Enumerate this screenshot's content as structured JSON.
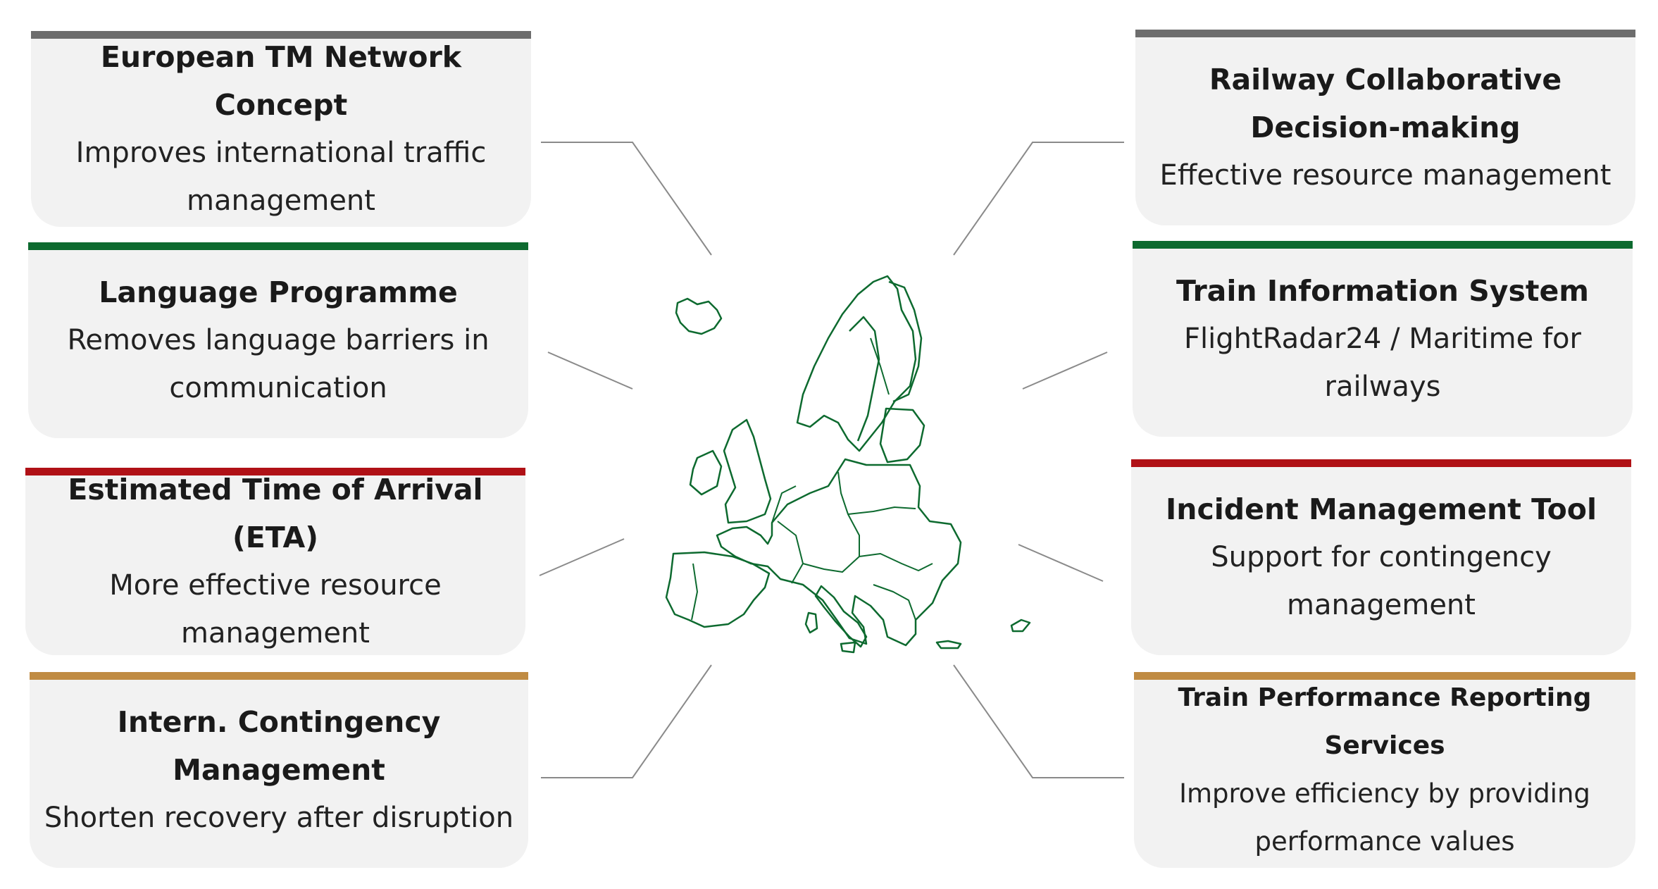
{
  "colors": {
    "gray": "#6d6d6d",
    "green": "#0d6a2f",
    "red": "#b01116",
    "gold": "#c08b43",
    "card_bg": "#f2f2f2",
    "map_stroke": "#0d6a2f",
    "connector": "#8a8a8a"
  },
  "left_cards": [
    {
      "title": "European TM Network Concept",
      "desc_lines": [
        "Improves international traffic",
        "management"
      ],
      "accent": "gray"
    },
    {
      "title": "Language Programme",
      "desc_lines": [
        "Removes language barriers in",
        "communication"
      ],
      "accent": "green"
    },
    {
      "title": "Estimated Time of Arrival (ETA)",
      "desc_lines": [
        "More effective resource management"
      ],
      "accent": "red"
    },
    {
      "title": "Intern. Contingency Management",
      "desc_lines": [
        "Shorten recovery after disruption"
      ],
      "accent": "gold"
    }
  ],
  "right_cards": [
    {
      "title_lines": [
        "Railway Collaborative",
        "Decision-making"
      ],
      "desc_lines": [
        "Effective resource management"
      ],
      "accent": "gray"
    },
    {
      "title_lines": [
        "Train Information System"
      ],
      "desc_lines": [
        "FlightRadar24 / Maritime for",
        "railways"
      ],
      "accent": "green"
    },
    {
      "title_lines": [
        "Incident Management Tool"
      ],
      "desc_lines": [
        "Support for contingency management"
      ],
      "accent": "red"
    },
    {
      "title_lines": [
        "Train Performance Reporting Services"
      ],
      "desc_lines": [
        "Improve efficiency by providing",
        "performance values"
      ],
      "accent": "gold"
    }
  ],
  "map": {
    "icon": "europe-map-icon"
  }
}
